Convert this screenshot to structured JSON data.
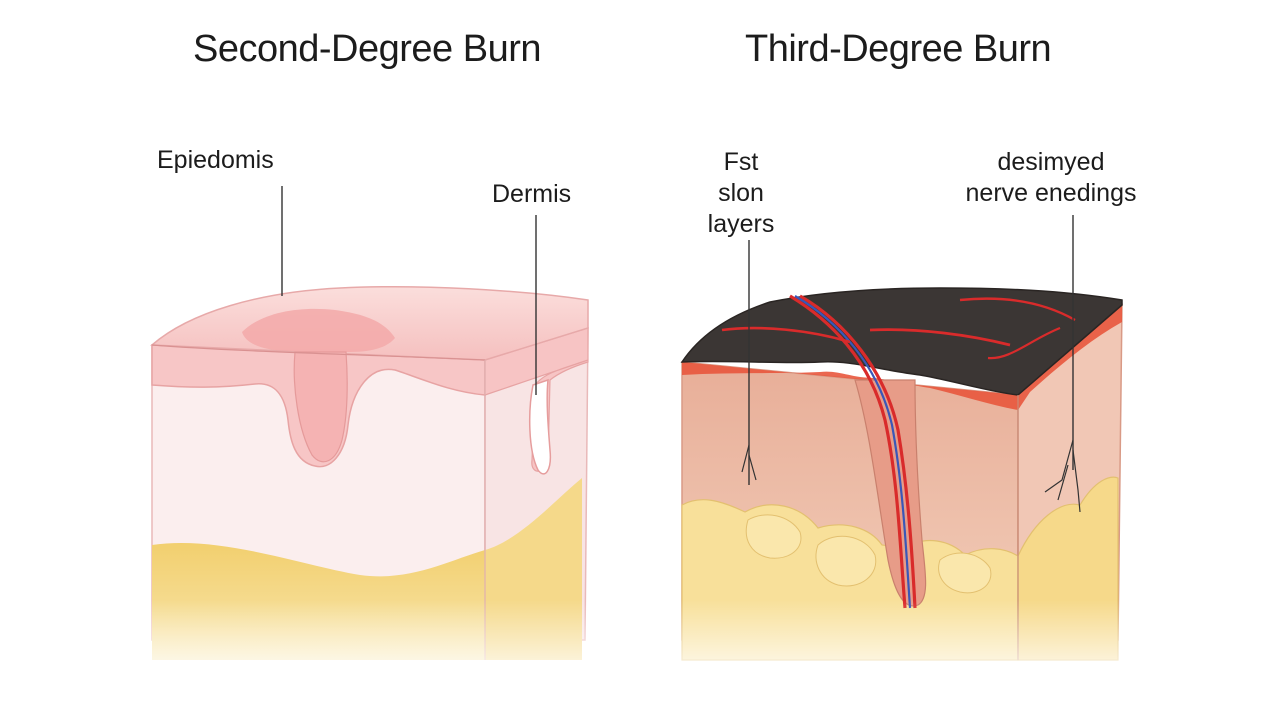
{
  "titles": {
    "left": "Second-Degree Burn",
    "right": "Third-Degree Burn"
  },
  "labels": {
    "epidermis": "Epiedomis",
    "dermis": "Dermis",
    "fat": "Fst\nslon\nlayers",
    "nerve": "desimyed\nnerve enedings"
  },
  "colors": {
    "epidermis_pink": "#f4b8b8",
    "dermis_light": "#fbeaea",
    "fat_yellow": "#f6dc8c",
    "char_dark": "#3b3634",
    "vessel_red": "#d92b2b",
    "nerve_blue": "#3a57b8",
    "muscle_tan": "#ebb9a3"
  }
}
